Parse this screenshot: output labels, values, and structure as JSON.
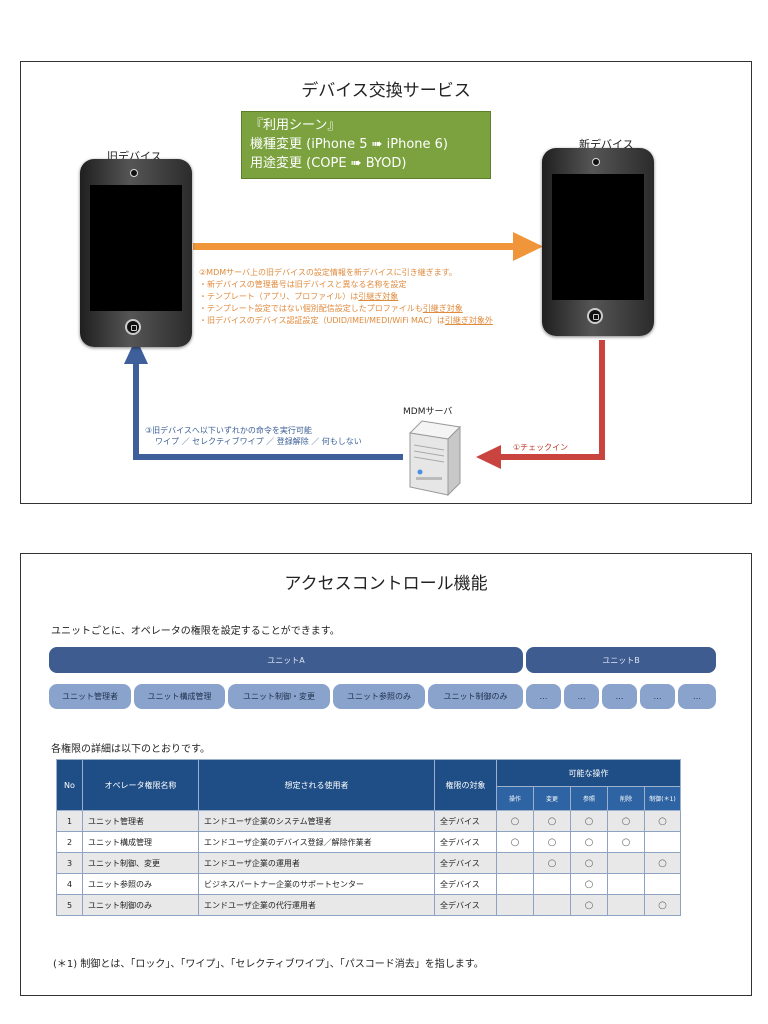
{
  "diagram": {
    "title": "デバイス交換サービス",
    "usage": {
      "header": "『利用シーン』",
      "line1": "機種変更 (iPhone 5 ➠ iPhone 6)",
      "line2": "用途変更 (COPE ➠ BYOD)"
    },
    "old_device_label": "旧デバイス",
    "new_device_label": "新デバイス",
    "mdm_label": "MDMサーバ",
    "orange_notes": [
      "②MDMサーバ上の旧デバイスの設定情報を新デバイスに引き継ぎます。",
      "・新デバイスの管理番号は旧デバイスと異なる名称を設定",
      "・テンプレート（アプリ、プロファイル）は",
      "・テンプレート設定ではない個別配信設定したプロファイルも",
      "・旧デバイスのデバイス認証設定（UDID/IMEI/MEDI/WiFi MAC）は"
    ],
    "orange_underlines": [
      "引継ぎ対象",
      "引継ぎ対象",
      "引継ぎ対象外"
    ],
    "blue_note": {
      "line1": "③旧デバイスへ以下いずれかの命令を実行可能",
      "line2": "ワイプ ／ セレクティブワイプ ／ 登録解除 ／ 何もしない"
    },
    "red_note": "①チェックイン",
    "colors": {
      "orange": "#f0953a",
      "blue": "#3e5f9a",
      "red": "#c9443e",
      "green": "#7ba23f"
    }
  },
  "access": {
    "title": "アクセスコントロール機能",
    "intro": "ユニットごとに、オペレータの権限を設定することができます。",
    "unit_a": "ユニットA",
    "unit_b": "ユニットB",
    "roles_a": [
      "ユニット管理者",
      "ユニット構成管理",
      "ユニット制御・変更",
      "ユニット参照のみ",
      "ユニット制御のみ"
    ],
    "roles_b": [
      "…",
      "…",
      "…",
      "…",
      "…"
    ],
    "detail_text": "各権限の詳細は以下のとおりです。",
    "table": {
      "headers": {
        "no": "No",
        "name": "オペレータ権限名称",
        "user": "想定される使用者",
        "target": "権限の対象",
        "ops": "可能な操作"
      },
      "op_headers": [
        "操作",
        "変更",
        "参照",
        "削除",
        "制御(＊1)"
      ],
      "rows": [
        {
          "no": "1",
          "name": "ユニット管理者",
          "user": "エンドユーザ企業のシステム管理者",
          "target": "全デバイス",
          "marks": [
            "○",
            "○",
            "○",
            "○",
            "○"
          ]
        },
        {
          "no": "2",
          "name": "ユニット構成管理",
          "user": "エンドユーザ企業のデバイス登録／解除作業者",
          "target": "全デバイス",
          "marks": [
            "○",
            "○",
            "○",
            "○",
            ""
          ]
        },
        {
          "no": "3",
          "name": "ユニット制御、変更",
          "user": "エンドユーザ企業の運用者",
          "target": "全デバイス",
          "marks": [
            "",
            "○",
            "○",
            "",
            "○"
          ]
        },
        {
          "no": "4",
          "name": "ユニット参照のみ",
          "user": "ビジネスパートナー企業のサポートセンター",
          "target": "全デバイス",
          "marks": [
            "",
            "",
            "○",
            "",
            ""
          ]
        },
        {
          "no": "5",
          "name": "ユニット制御のみ",
          "user": "エンドユーザ企業の代行運用者",
          "target": "全デバイス",
          "marks": [
            "",
            "",
            "○",
            "",
            "○"
          ]
        }
      ]
    },
    "footnote": "(＊1) 制御とは、「ロック」、「ワイプ」、「セレクティブワイプ」、「パスコード消去」を指します。"
  }
}
